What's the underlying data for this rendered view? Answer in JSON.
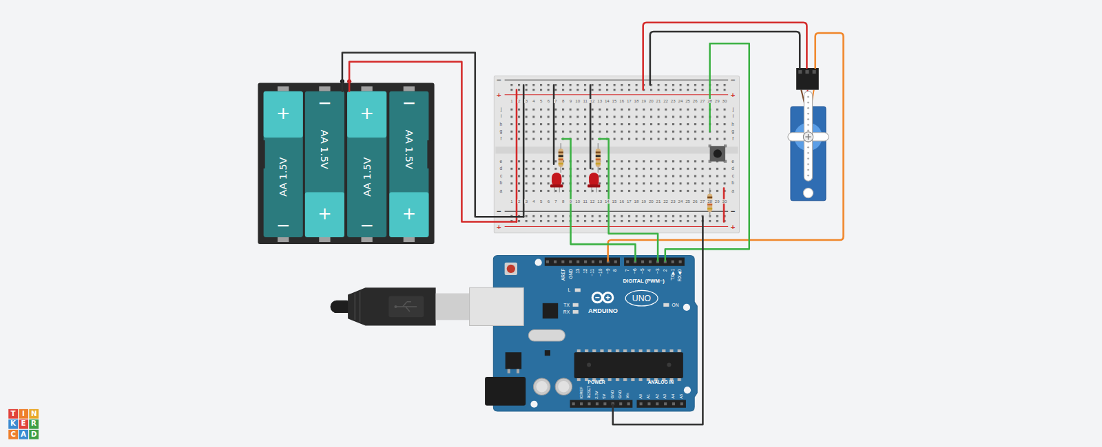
{
  "diagram": {
    "nodes": [
      {
        "text": [
          "+",
          "AA 1.5V",
          "−"
        ]
      },
      {
        "text": [
          "−",
          "AA 1.5V",
          "+"
        ]
      },
      {
        "text": [
          "+",
          "AA 1.5V",
          "−"
        ]
      },
      {
        "text": [
          "−",
          "AA 1.5V",
          "+"
        ]
      },
      {
        "text": [
          "−",
          "+",
          "−",
          "+",
          "1",
          "2",
          "3",
          "4",
          "5",
          "6",
          "7",
          "8",
          "9",
          "10",
          "11",
          "12",
          "13",
          "14",
          "15",
          "16",
          "17",
          "18",
          "19",
          "20",
          "21",
          "22",
          "23",
          "24",
          "25",
          "26",
          "27",
          "28",
          "29",
          "30",
          "j",
          "i",
          "h",
          "g",
          "f",
          "j",
          "i",
          "h",
          "g",
          "f",
          "e",
          "d",
          "c",
          "b",
          "a",
          "e",
          "d",
          "c",
          "b",
          "a",
          "1",
          "2",
          "3",
          "4",
          "5",
          "6",
          "7",
          "8",
          "9",
          "10",
          "11",
          "12",
          "13",
          "14",
          "15",
          "16",
          "17",
          "18",
          "19",
          "20",
          "21",
          "22",
          "23",
          "24",
          "25",
          "26",
          "27",
          "28",
          "29",
          "30",
          "−",
          "+",
          "−",
          "+"
        ]
      },
      {
        "text": [
          "AREF",
          "GND",
          "13",
          "12",
          "~11",
          "~10",
          "~9",
          "8",
          "7",
          "~6",
          "~5",
          "4",
          "~3",
          "2",
          "TX▶1",
          "RX◀0",
          "DIGITAL (PWM~)",
          "L",
          "TX",
          "RX",
          "ARDUINO",
          "UNO",
          "ON",
          "POWER",
          "ANALOG IN",
          "IOREF",
          "RESET",
          "3.3V",
          "5V",
          "GND",
          "GND",
          "Vin",
          "A0",
          "A1",
          "A2",
          "A3",
          "A4",
          "A5"
        ]
      }
    ],
    "edges": [
      {
        "from": 1,
        "to": 4,
        "arrow": "none"
      },
      {
        "from": 2,
        "to": 4,
        "arrow": "none"
      },
      {
        "from": 4,
        "to": 5,
        "arrow": "none"
      },
      {
        "from": 4,
        "to": 5,
        "arrow": "none"
      },
      {
        "from": 4,
        "to": 5,
        "arrow": "none"
      },
      {
        "from": 4,
        "to": 5,
        "arrow": "none"
      }
    ],
    "labels": [
      "T",
      "I",
      "N",
      "K",
      "E",
      "R",
      "C",
      "A",
      "D"
    ]
  }
}
